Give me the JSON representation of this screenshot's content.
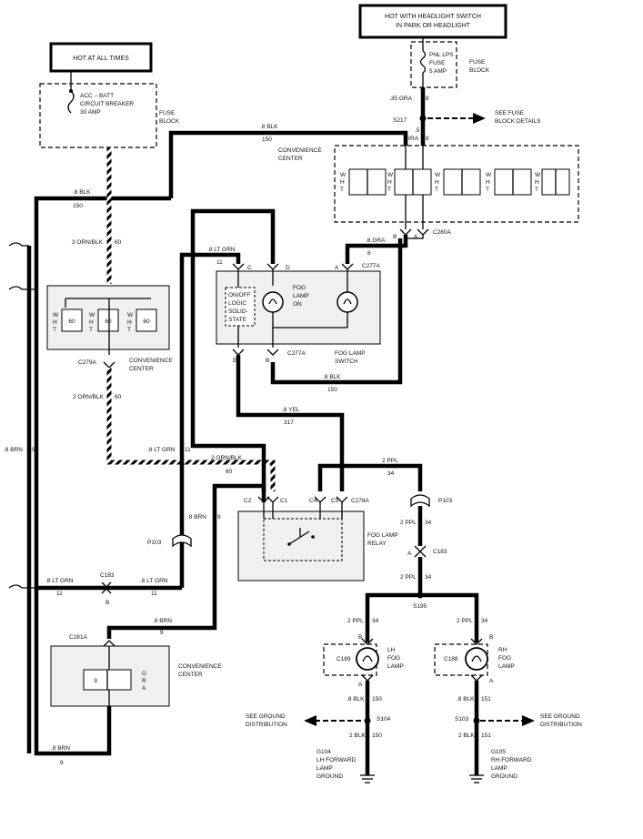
{
  "colors": {
    "wire": "#000000",
    "background": "#ffffff"
  },
  "top_labels": {
    "hot_headlight_line1": "HOT WITH HEADLIGHT SWITCH",
    "hot_headlight_line2": "IN PARK OR HEADLIGHT",
    "hot_all_times": "HOT AT ALL TIMES"
  },
  "fuse_block_main": {
    "breaker_line1": "ACC – BATT",
    "breaker_line2": "CIRCUIT BREAKER",
    "breaker_line3": "30 AMP",
    "block_line1": "FUSE",
    "block_line2": "BLOCK"
  },
  "fuse_pnl": {
    "line1": "PNL LPS",
    "line2": "FUSE",
    "line3": "5 AMP",
    "block_line1": "FUSE",
    "block_line2": "BLOCK"
  },
  "splice_s217": {
    "name": "S217",
    "details_line1": "SEE FUSE",
    "details_line2": "BLOCK DETAILS"
  },
  "convenience_center_top": {
    "line1": "CONVENIENCE",
    "line2": "CENTER",
    "wht_letters": [
      "W",
      "H",
      "T"
    ],
    "connector": "C280A",
    "pin_b": "B",
    "pin_a": "A"
  },
  "convenience_center_left": {
    "line1": "CONVENIENCE",
    "line2": "CENTER",
    "fuse_value": "60",
    "wht_letters": [
      "W",
      "H",
      "T"
    ],
    "connector": "C279A"
  },
  "convenience_center_bottom": {
    "line1": "CONVENIENCE",
    "line2": "CENTER",
    "connector": "C281A",
    "pin": "A",
    "fuse_value": "9",
    "gra_letters": [
      "G",
      "R",
      "A"
    ]
  },
  "fog_switch": {
    "top_connector": "C277A",
    "bottom_connector": "C277A",
    "pins_top": [
      "C",
      "D",
      "A"
    ],
    "pins_bottom": [
      "E",
      "B"
    ],
    "logic_line1": "ON/OFF",
    "logic_line2": "LOGIC",
    "logic_line3": "SOLID-",
    "logic_line4": "STATE",
    "lamp_line1": "FOG",
    "lamp_line2": "LAMP",
    "lamp_line3": "ON",
    "name_line1": "FOG LAMP",
    "name_line2": "SWITCH"
  },
  "fog_relay": {
    "connector": "C278A",
    "pins": [
      "C2",
      "C1",
      "C4",
      "C5"
    ],
    "name_line1": "FOG LAMP",
    "name_line2": "RELAY"
  },
  "connectors": {
    "p103_left": "P103",
    "p103_right": "P103",
    "c183_left": "C183",
    "c183_left_pin": "B",
    "c183_right": "C183",
    "c183_right_pin": "A"
  },
  "splice_s195": {
    "name": "S195"
  },
  "lamp_lh": {
    "connector": "C189",
    "pin_top": "B",
    "pin_bottom": "A",
    "line1": "LH",
    "line2": "FOG",
    "line3": "LAMP"
  },
  "lamp_rh": {
    "connector": "C188",
    "pin_top": "B",
    "pin_bottom": "A",
    "line1": "RH",
    "line2": "FOG",
    "line3": "LAMP"
  },
  "ground_lh": {
    "splice": "S104",
    "see_line1": "SEE GROUND",
    "see_line2": "DISTRIBUTION",
    "g_line1": "G104",
    "g_line2": "LH FORWARD",
    "g_line3": "LAMP",
    "g_line4": "GROUND"
  },
  "ground_rh": {
    "splice": "S103",
    "see_line1": "SEE GROUND",
    "see_line2": "DISTRIBUTION",
    "g_line1": "G105",
    "g_line2": "RH FORWARD",
    "g_line3": "LAMP",
    "g_line4": "GROUND"
  },
  "wire_labels": {
    "gra_35": ".35 GRA",
    "gra_35_circuit": "8",
    "gra_5a": ".5",
    "gra_5b": "GRA",
    "gra_5_circuit": "8",
    "blk_top": ".8 BLK",
    "blk_top_circuit": "150",
    "blk_left": ".8 BLK",
    "blk_left_circuit": "150",
    "orn_blk_3": "3 ORN/BLK",
    "orn_blk_3_circuit": "60",
    "lt_grn_top": ".8 LT GRN",
    "lt_grn_top_circuit": "11",
    "gra_sw": ".8 GRA",
    "gra_sw_circuit": "8",
    "blk_sw": ".8 BLK",
    "blk_sw_circuit": "150",
    "orn_blk_2": "2 ORN/BLK",
    "orn_blk_2_circuit": "60",
    "yel": ".8 YEL",
    "yel_circuit": "317",
    "lt_grn_mid": ".8 LT GRN",
    "lt_grn_mid_circuit": "11",
    "orn_blk_2b": "2 ORN/BLK",
    "orn_blk_2b_circuit": "60",
    "ppl_top": "2 PPL",
    "ppl_top_circuit": "34",
    "brn_left": ".8 BRN",
    "brn_left_circuit": "9",
    "brn_mid": ".8 BRN",
    "brn_mid_circuit": "9",
    "brn_bottom": ".8 BRN",
    "brn_bottom_circuit": "9",
    "brn_low": ".8 BRN",
    "brn_low_circuit": "9",
    "ppl_p103": "2 PPL",
    "ppl_p103_circuit": "34",
    "ppl_c183": "2 PPL",
    "ppl_c183_circuit": "34",
    "lt_grn_left": ".8 LT GRN",
    "lt_grn_left_circuit": "11",
    "lt_grn_right": ".8 LT GRN",
    "lt_grn_right_circuit": "11",
    "ppl_lh": "2 PPL",
    "ppl_lh_circuit": "34",
    "ppl_rh": "2 PPL",
    "ppl_rh_circuit": "34",
    "blk_lh": ".8 BLK",
    "blk_lh_circuit": "150",
    "blk_rh": ".8 BLK",
    "blk_rh_circuit": "151",
    "blk2_lh": "2 BLK",
    "blk2_lh_circuit": "150",
    "blk2_rh": "2 BLK",
    "blk2_rh_circuit": "151"
  }
}
